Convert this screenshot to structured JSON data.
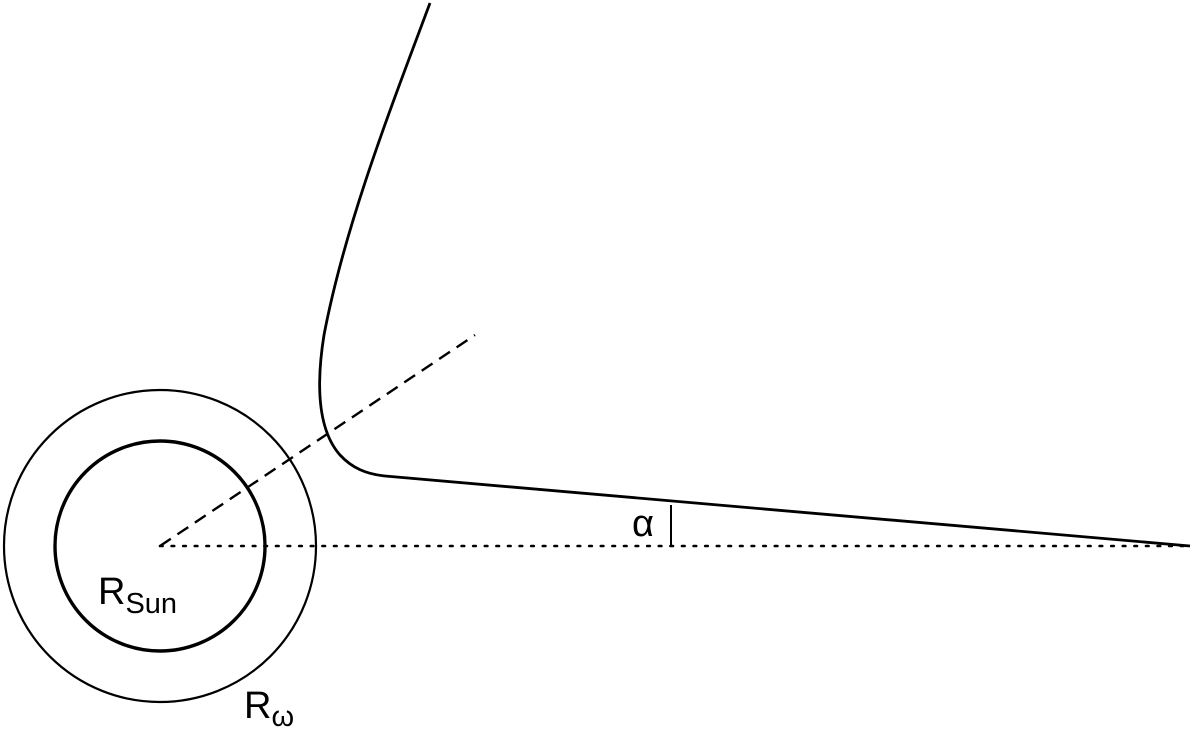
{
  "labels": {
    "sun_radius": {
      "main": "R",
      "sub": "Sun"
    },
    "omega_radius": {
      "main": "R",
      "sub": "ω"
    },
    "angle": "α"
  },
  "colors": {
    "stroke": "#000000",
    "background": "#ffffff"
  }
}
